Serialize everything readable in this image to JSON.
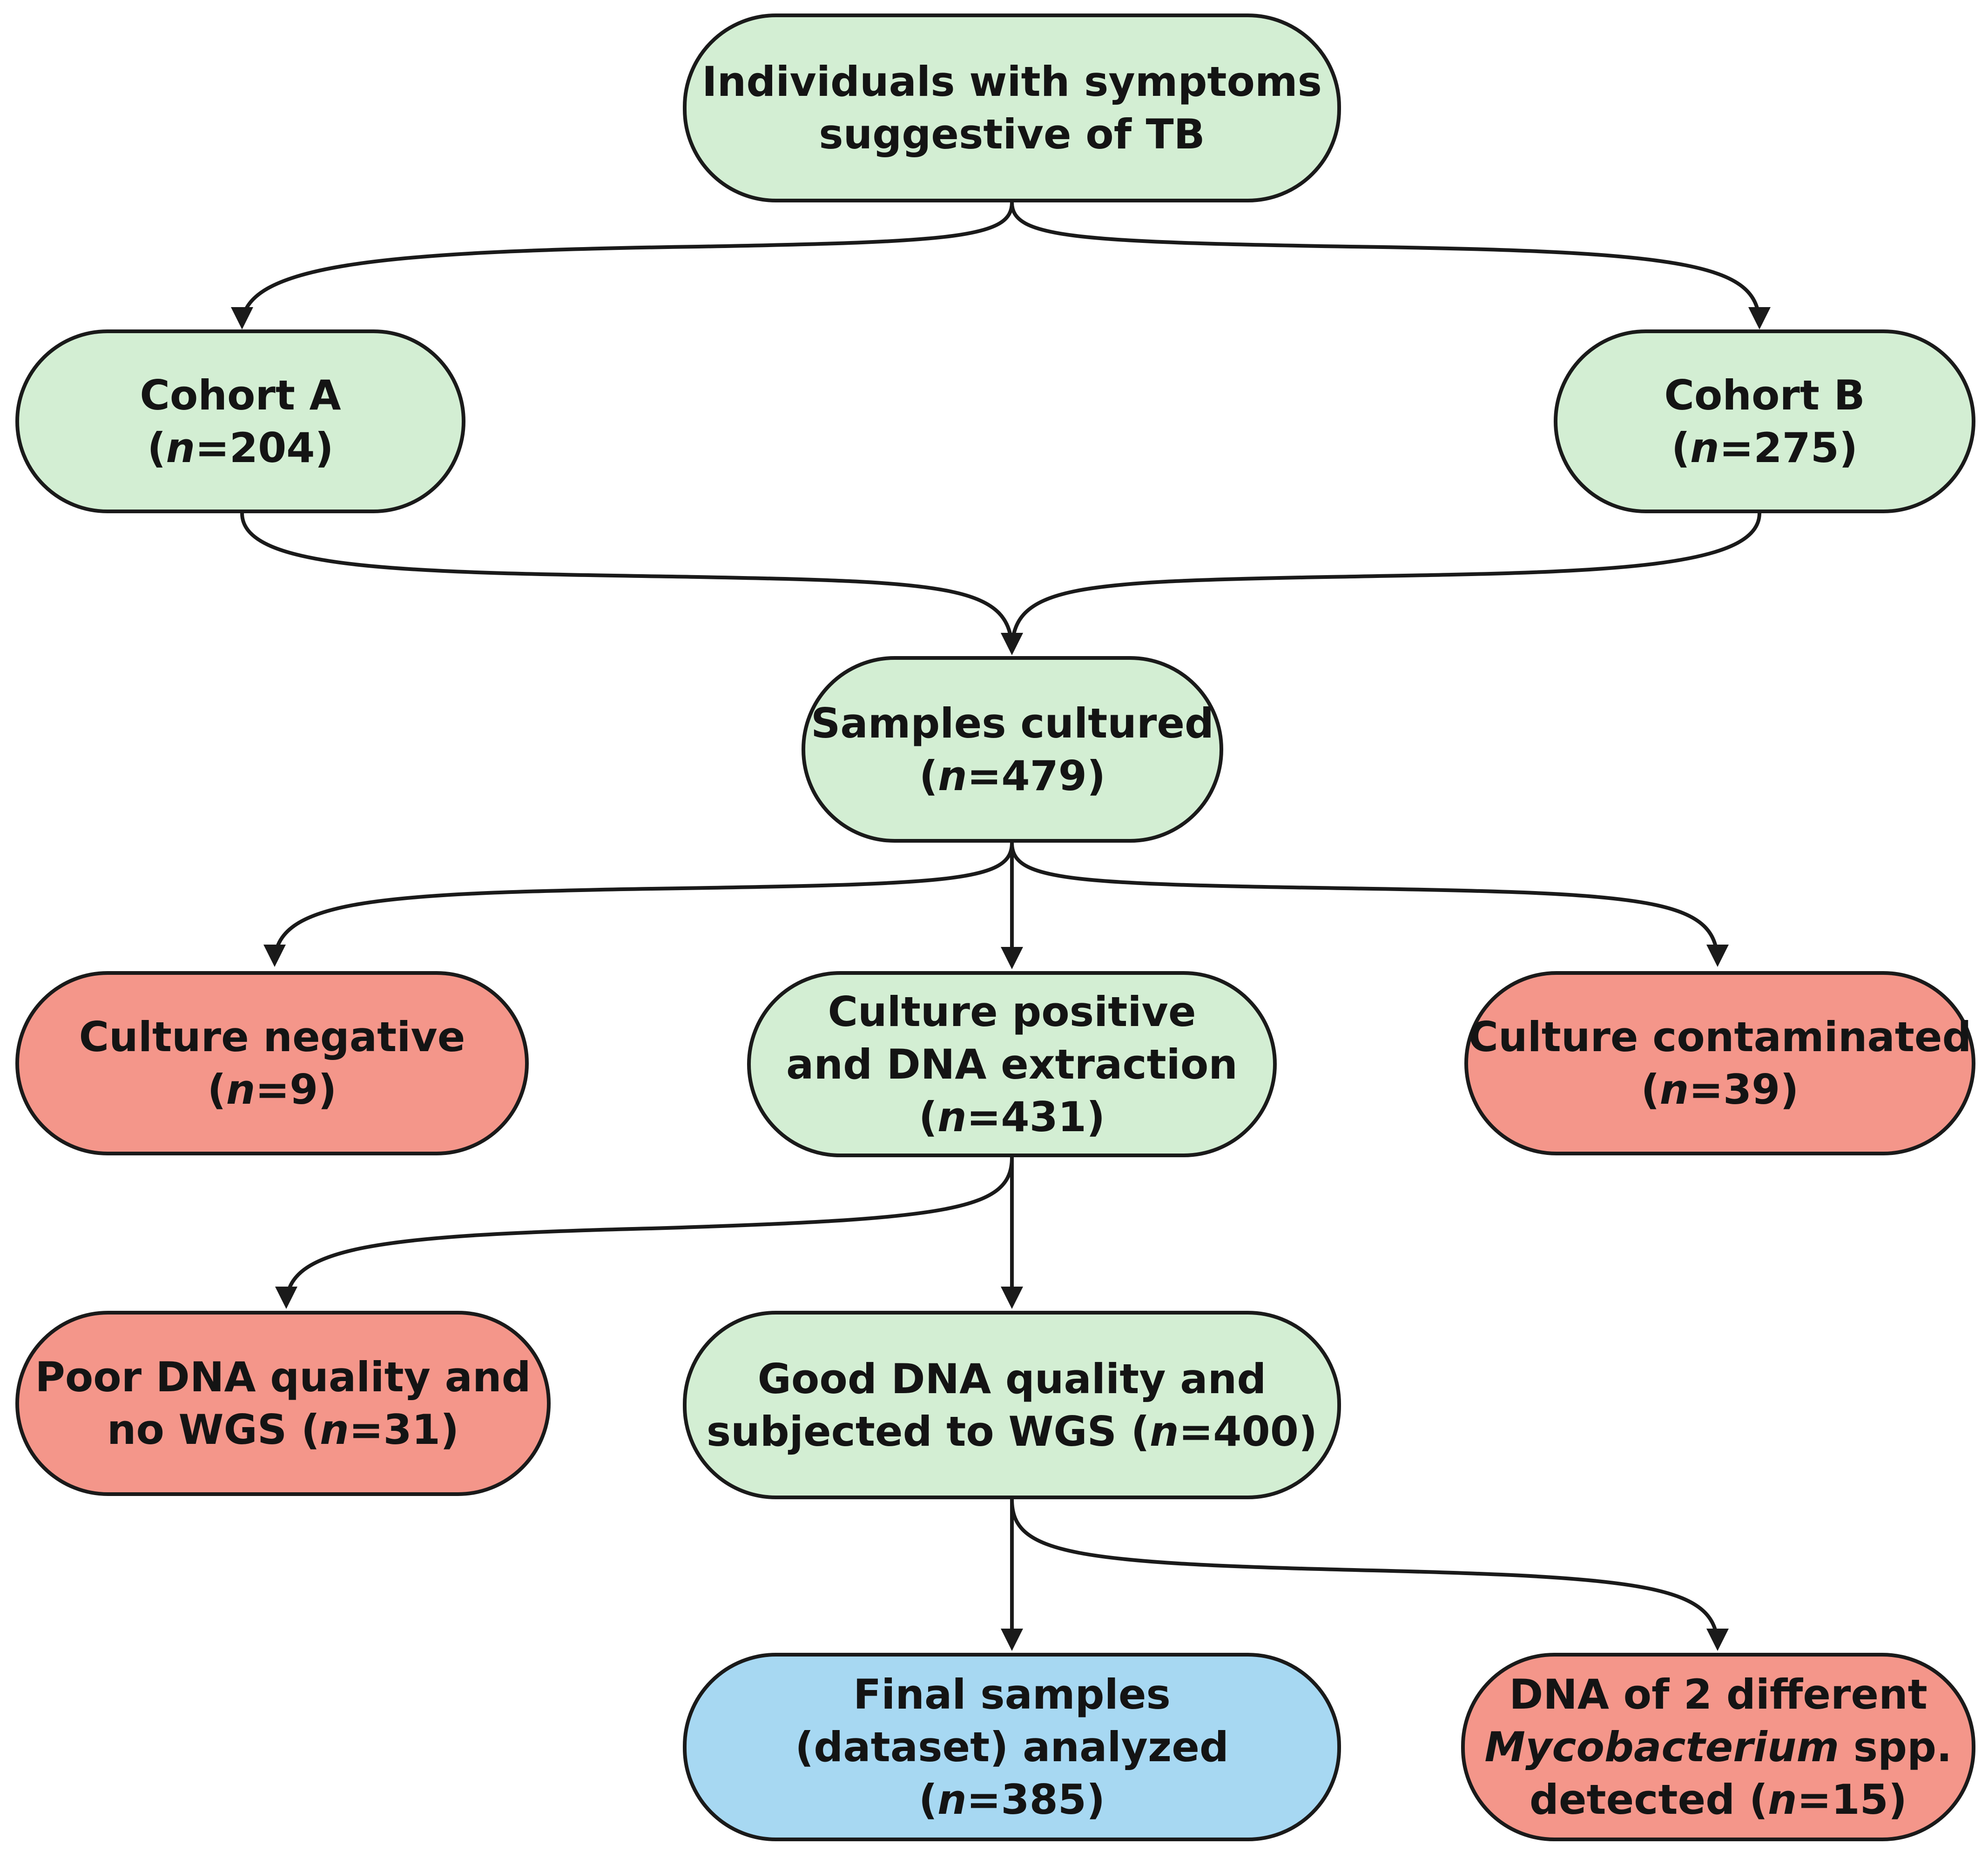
{
  "colors": {
    "green_fill": "#d3eed3",
    "red_fill": "#f4968a",
    "blue_fill": "#a7d8f2",
    "stroke": "#1a1a1a"
  },
  "nodes": {
    "symptoms": {
      "line1": "Individuals with symptoms",
      "line2": "suggestive of TB"
    },
    "cohort_a": {
      "label": "Cohort A",
      "n_prefix": "(",
      "n_var": "n",
      "n_value": "=204)"
    },
    "cohort_b": {
      "label": "Cohort B",
      "n_prefix": "(",
      "n_var": "n",
      "n_value": "=275)"
    },
    "cultured": {
      "label": "Samples cultured",
      "n_prefix": "(",
      "n_var": "n",
      "n_value": "=479)"
    },
    "culture_negative": {
      "label": "Culture negative",
      "n_prefix": "(",
      "n_var": "n",
      "n_value": "=9)"
    },
    "culture_positive": {
      "line1": "Culture positive",
      "line2": "and DNA extraction",
      "n_prefix": "(",
      "n_var": "n",
      "n_value": "=431)"
    },
    "culture_contaminated": {
      "label": "Culture contaminated",
      "n_prefix": "(",
      "n_var": "n",
      "n_value": "=39)"
    },
    "poor_dna": {
      "line1": "Poor DNA quality and",
      "line2_prefix": "no WGS (",
      "n_var": "n",
      "n_value": "=31)"
    },
    "good_dna": {
      "line1": "Good DNA quality and",
      "line2_prefix": "subjected to WGS (",
      "n_var": "n",
      "n_value": "=400)"
    },
    "final_samples": {
      "line1": "Final samples",
      "line2": "(dataset) analyzed",
      "n_prefix": "(",
      "n_var": "n",
      "n_value": "=385)"
    },
    "two_species": {
      "line1": "DNA of 2 different",
      "genus": "Mycobacterium",
      "genus_suffix": " spp.",
      "line3_prefix": "detected (",
      "n_var": "n",
      "n_value": "=15)"
    }
  }
}
